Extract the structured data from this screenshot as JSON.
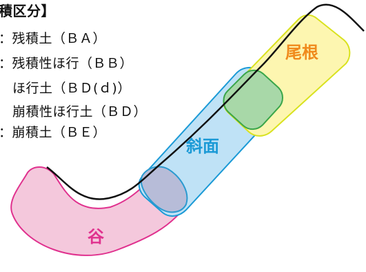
{
  "legend": {
    "title": "積区分】",
    "items": [
      "：残積土（ＢＡ）",
      "：残積性ほ行（ＢＢ）",
      "ほ行土（ＢＤ(ｄ)）",
      "崩積性ほ行土（ＢＤ）",
      "：崩積土（ＢＥ）"
    ]
  },
  "zones": {
    "ridge": {
      "label": "尾根",
      "fill": "#fdf6b0",
      "stroke": "#d9e21f",
      "text": "#f08a1c"
    },
    "slope": {
      "label": "斜面",
      "fill": "#bfe2f6",
      "stroke": "#1b9ad6",
      "text": "#1b9ad6"
    },
    "valley": {
      "label": "谷",
      "fill": "#f4c8dc",
      "stroke": "#e0318e",
      "text": "#e0318e"
    },
    "overlap_upper": {
      "fill": "#a8d8a8",
      "stroke": "#3aa64a"
    },
    "overlap_lower": {
      "fill": "#b7bcd8",
      "stroke": "#2a9ad0"
    }
  },
  "terrain_line": {
    "color": "#111111"
  }
}
